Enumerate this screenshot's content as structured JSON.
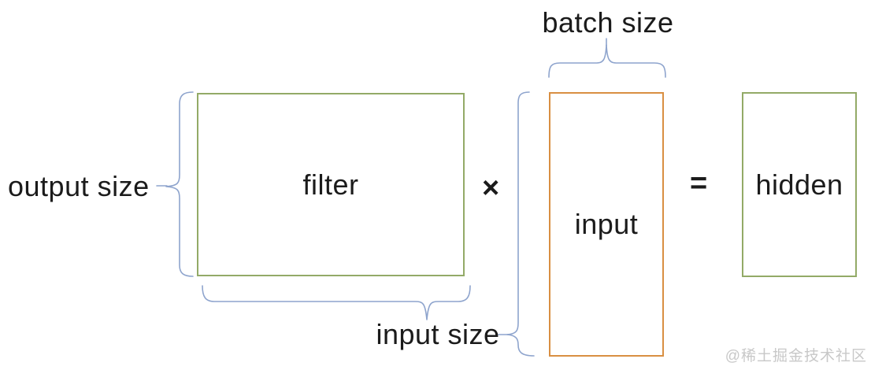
{
  "diagram": {
    "title_meaning": "matrix multiply: filter x input = hidden",
    "boxes": {
      "filter": {
        "label": "filter"
      },
      "input": {
        "label": "input"
      },
      "hidden": {
        "label": "hidden"
      }
    },
    "operators": {
      "multiply": "×",
      "equals": "="
    },
    "annotations": {
      "batch_size": "batch size",
      "output_size": "output size",
      "input_size": "input size"
    },
    "watermark": "@稀土掘金技术社区"
  },
  "colors": {
    "box-green": "#93aa67",
    "box-orange": "#d98f42",
    "brace-blue": "#8ea4cd",
    "text": "#1b1b1b",
    "watermark": "#c8c8c8",
    "background": "#ffffff"
  }
}
